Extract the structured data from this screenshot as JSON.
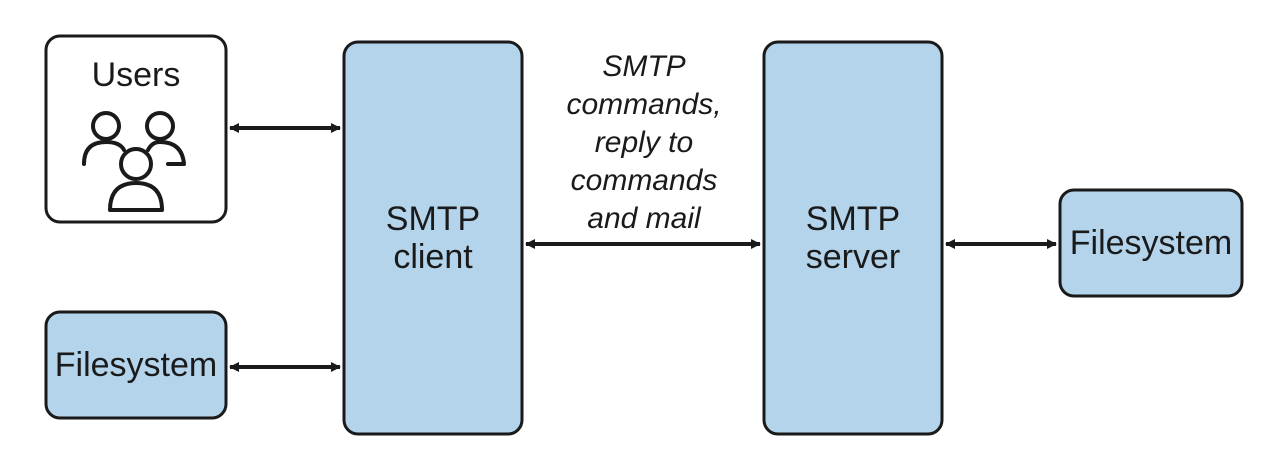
{
  "colors": {
    "box_fill": "#b3d4ea",
    "white_fill": "#ffffff",
    "stroke": "#1a1a1a"
  },
  "nodes": {
    "users": {
      "label": "Users",
      "icon": "users-group-icon"
    },
    "filesystem_left": {
      "label": "Filesystem"
    },
    "smtp_client": {
      "line1": "SMTP",
      "line2": "client"
    },
    "smtp_server": {
      "line1": "SMTP",
      "line2": "server"
    },
    "filesystem_right": {
      "label": "Filesystem"
    }
  },
  "edges": {
    "client_server_label": [
      "SMTP",
      "commands,",
      "reply to",
      "commands",
      "and mail"
    ]
  }
}
